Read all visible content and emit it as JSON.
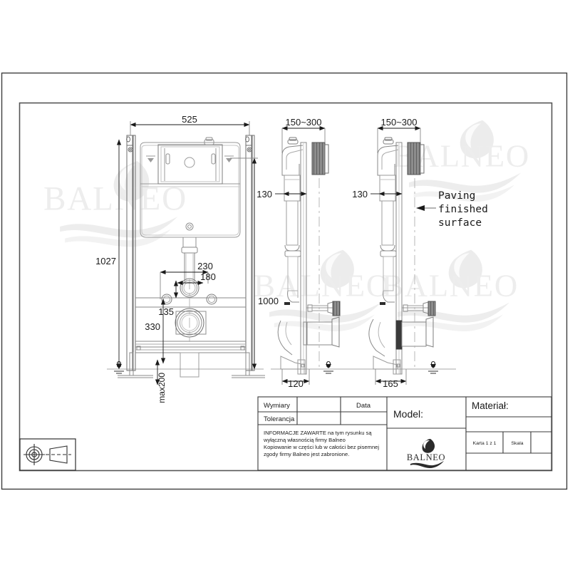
{
  "sheet": {
    "background": "#ffffff",
    "border_color": "#3a3a3a",
    "line_color": "#4a4a4a",
    "dim_color": "#1a1a1a",
    "watermark_color": "#efefef"
  },
  "drawing": {
    "title": "Balneo concealed cistern installation frame technical drawing",
    "views": [
      {
        "name": "front-view",
        "label": ""
      },
      {
        "name": "side-view-left",
        "label": ""
      },
      {
        "name": "side-view-right",
        "label": ""
      }
    ]
  },
  "dimensions": {
    "front_width": "525",
    "front_height_total": "1027",
    "front_height_inner": "1000",
    "outlet_offset_upper": "230",
    "outlet_offset_inner": "180",
    "outlet_height_small": "135",
    "outlet_height_large": "330",
    "datum_zero": "0",
    "foot_adjust": "max200",
    "side_top_range_mid": "150~300",
    "side_top_range_right": "150~300",
    "side_depth_mid": "130",
    "side_depth_right": "130",
    "side_base_mid": "120",
    "side_base_right": "165",
    "datum_zero_mid": "0",
    "datum_zero_right": "0"
  },
  "annotations": {
    "paving_line_1": "Paving",
    "paving_line_2": "finished",
    "paving_line_3": "surface"
  },
  "watermarks": [
    {
      "name": "watermark-left",
      "text": "BALNEO"
    },
    {
      "name": "watermark-mid",
      "text": "BALNEO"
    },
    {
      "name": "watermark-right",
      "text": "BALNEO"
    }
  ],
  "title_block": {
    "wymiary_label": "Wymiary",
    "wymiary_value": "",
    "data_label": "Data",
    "data_value": "",
    "tolerancja_label": "Tolerancja",
    "tolerancja_value": "",
    "notice": [
      "INFORMACJE ZAWARTE na tym rysunku są",
      "wyłączną własnością firmy Balneo",
      "Kopiowanie w części lub w całości bez pisemnej",
      "zgody firmy Balneo jest zabronione."
    ],
    "model_label": "Model:",
    "model_value": "",
    "material_label": "Materiał:",
    "material_value": "",
    "karta_label": "Karta 1 z 1",
    "skala_label": "Skala",
    "skala_value": "",
    "logo_text": "BALNEO"
  },
  "projection_symbol": {
    "name": "first-angle-projection-symbol",
    "description": "concentric circles with crosshair and truncated cone"
  }
}
